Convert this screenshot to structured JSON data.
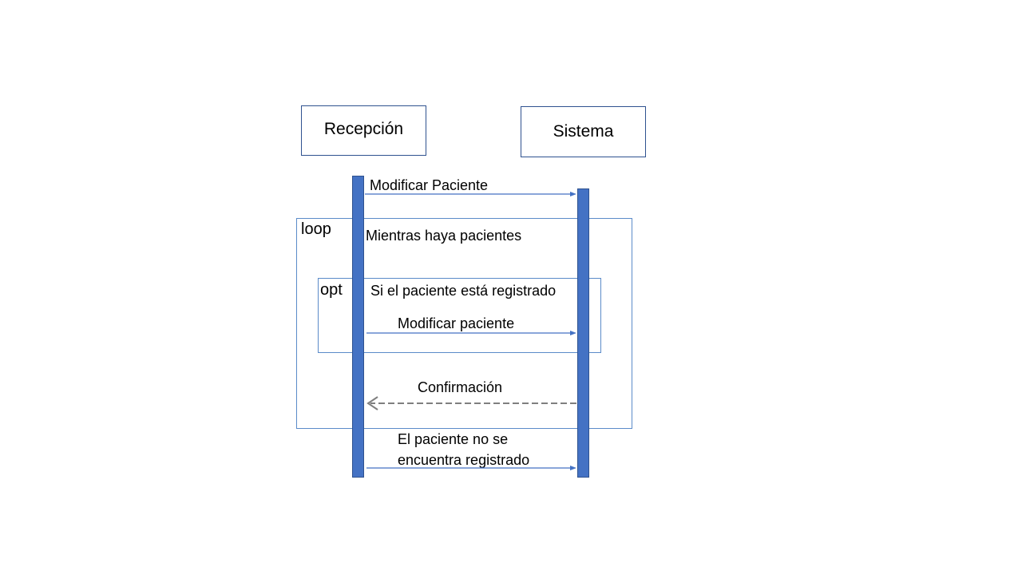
{
  "colors": {
    "lifeline_fill": "#4472c4",
    "lifeline_border": "#2f528f",
    "frame_border": "#5b8bc9",
    "message_line": "#4472c4",
    "return_line": "#7f7f7f"
  },
  "participants": {
    "reception": {
      "label": "Recepción"
    },
    "system": {
      "label": "Sistema"
    }
  },
  "messages": {
    "modify_patient_initial": "Modificar Paciente",
    "modify_patient": "Modificar paciente",
    "confirmation": "Confirmación",
    "not_registered_line1": "El paciente no se",
    "not_registered_line2": "encuentra registrado"
  },
  "fragments": {
    "loop": {
      "operator": "loop",
      "guard": "Mientras haya pacientes"
    },
    "opt": {
      "operator": "opt",
      "guard": "Si el paciente está registrado"
    }
  }
}
